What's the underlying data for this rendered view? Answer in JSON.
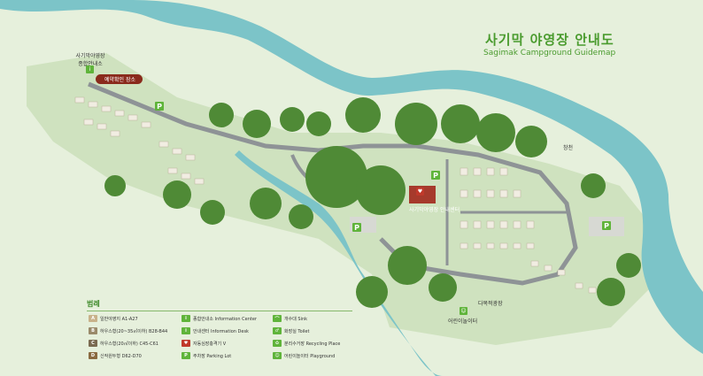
{
  "map": {
    "title_ko": "사기막 야영장 안내도",
    "title_en": "Sagimak Campground Guidemap",
    "labels": {
      "general_info": "사기막야영장 종합안내소",
      "reservation": "예약확인 장소",
      "info_center_bldg": "사기막야영장 안내센터",
      "stream": "창천",
      "multipurpose": "다목적광장",
      "playground": "어린이놀이터"
    },
    "legend": {
      "title": "범례",
      "items": [
        {
          "key": "A",
          "label": "일반야영지 A1-A27",
          "color": "#c8b28a"
        },
        {
          "key": "B",
          "label": "하우스형(20~35㎡이하) B28-B44",
          "color": "#9a8a6a"
        },
        {
          "key": "C",
          "label": "하우스형(20㎡이하) C45-C61",
          "color": "#7a6a50"
        },
        {
          "key": "D",
          "label": "신작원두형 D62-D70",
          "color": "#8a6a40"
        },
        {
          "key": "info",
          "label": "종합안내소 Information Center",
          "color": "#5fb43a",
          "icon": "info-center-icon"
        },
        {
          "key": "desk",
          "label": "안내센터 Information Desk",
          "color": "#5fb43a",
          "icon": "info-desk-icon"
        },
        {
          "key": "aed",
          "label": "자동심장충격기 V",
          "color": "#c0392b",
          "icon": "aed-icon"
        },
        {
          "key": "parking",
          "label": "주차장 Parking Lot",
          "color": "#5fb43a",
          "icon": "parking-icon"
        },
        {
          "key": "sink",
          "label": "개수대 Sink",
          "color": "#5fb43a",
          "icon": "sink-icon"
        },
        {
          "key": "toilet",
          "label": "화장실 Toilet",
          "color": "#5fb43a",
          "icon": "toilet-icon"
        },
        {
          "key": "recycle",
          "label": "분리수거장 Recycling Place",
          "color": "#5fb43a",
          "icon": "recycle-icon"
        },
        {
          "key": "playground",
          "label": "어린이놀이터 Playground",
          "color": "#5fb43a",
          "icon": "playground-icon"
        }
      ]
    },
    "parking_mark": "P",
    "colors": {
      "river": "#7cc4c8",
      "road": "#8e9396",
      "tree": "#4f8a36",
      "grass": "#cfe2bf",
      "accent": "#4a9b2e"
    }
  }
}
